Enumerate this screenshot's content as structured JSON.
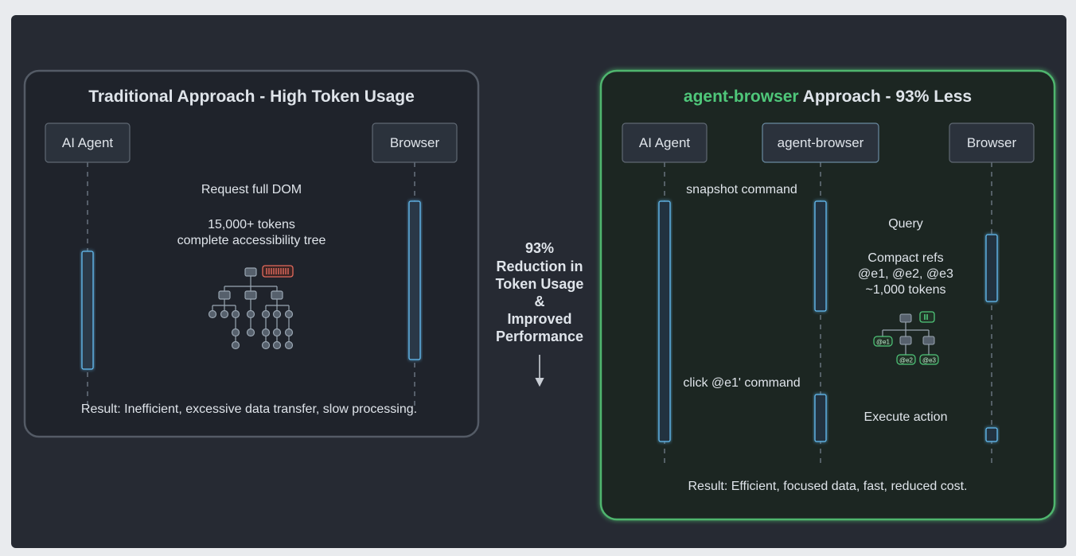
{
  "colors": {
    "page": "#e9ebee",
    "canvas": "#262a33",
    "panel_left_fill": "#1f232b",
    "panel_left_border": "#545b66",
    "panel_right_fill": "#1a2822",
    "panel_right_border": "#4fb56e",
    "box_fill": "#2b323c",
    "box_border": "#5f6873",
    "text": "#dfe4ea",
    "accent_green": "#4fc77a",
    "arrow_blue": "#64bdf2",
    "lifeline": "#7a8593",
    "node_fill": "#56606c",
    "node_stroke": "#9aa6b2",
    "badge_red": "#e46a5c",
    "badge_green": "#4fc77a"
  },
  "left_panel": {
    "title": "Traditional Approach - High Token Usage",
    "actors": {
      "agent": "AI Agent",
      "browser": "Browser"
    },
    "messages": {
      "request": "Request full DOM",
      "response_line1": "15,000+ tokens",
      "response_line2": "complete accessibility tree"
    },
    "result": "Result: Inefficient, excessive data transfer, slow processing."
  },
  "center": {
    "line1": "93%",
    "line2": "Reduction in",
    "line3": "Token Usage",
    "line4": "&",
    "line5": "Improved",
    "line6": "Performance",
    "arrow_icon": "down-arrow-icon"
  },
  "right_panel": {
    "title_accent": "agent-browser",
    "title_rest": " Approach - 93% Less",
    "actors": {
      "agent": "AI Agent",
      "tool": "agent-browser",
      "browser": "Browser"
    },
    "messages": {
      "snapshot": "snapshot command",
      "query": "Query",
      "compact_line1": "Compact refs",
      "compact_line2": "@e1, @e2, @e3",
      "compact_line3": "~1,000 tokens",
      "click": "click @e1' command",
      "execute": "Execute action"
    },
    "refs": [
      "@e1",
      "@e2",
      "@e3"
    ],
    "result": "Result: Efficient, focused data, fast, reduced cost."
  }
}
